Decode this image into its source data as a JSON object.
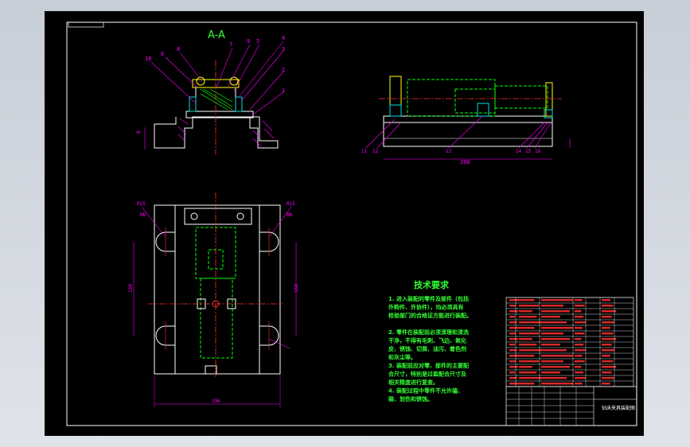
{
  "section_title": "A-A",
  "tech_req": {
    "title": "技术要求",
    "items": [
      "1. 进入装配的零件及部件（包括",
      "外购件、外协件），均必须具有",
      "检验部门的合格证方能进行装配。",
      "",
      "2. 零件在装配前必须清理和清洗",
      "干净，不得有毛刺、飞边、氧化",
      "皮、锈蚀、切屑、油污、着色剂",
      "和灰尘等。",
      "3. 装配前应对零、部件的主要配",
      "合尺寸，特别是过盈配合尺寸及",
      "相关精度进行复查。",
      "4. 装配过程中零件不允许磕、",
      "碰、划伤和锈蚀。"
    ]
  },
  "balloons_section": [
    "10",
    "6",
    "8",
    "7",
    "9",
    "5",
    "4",
    "3",
    "2",
    "1"
  ],
  "balloons_right": [
    "11",
    "12",
    "13",
    "14",
    "15",
    "16"
  ],
  "dims": {
    "overall_width": "200",
    "plan_width": "196",
    "height_left": "150",
    "height_right": "150",
    "side_left": "8",
    "plan_r_left": "R15",
    "plan_r_right": "R15",
    "plan_m_left": "M8",
    "plan_m_right": "M8"
  },
  "title_block": {
    "drawing_name": "钻床夹具装配图"
  },
  "colors": {
    "background": "#000000",
    "frame": "#ffffff",
    "centerline": "#ff3030",
    "hidden": "#00ff00",
    "leader": "#ff00ff",
    "hatch": "#ff00ff",
    "dimension": "#ff00ff",
    "text_green": "#33ff33",
    "table_red": "#ff3030",
    "part_yellow": "#ffff00",
    "part_cyan": "#00e0e0"
  }
}
